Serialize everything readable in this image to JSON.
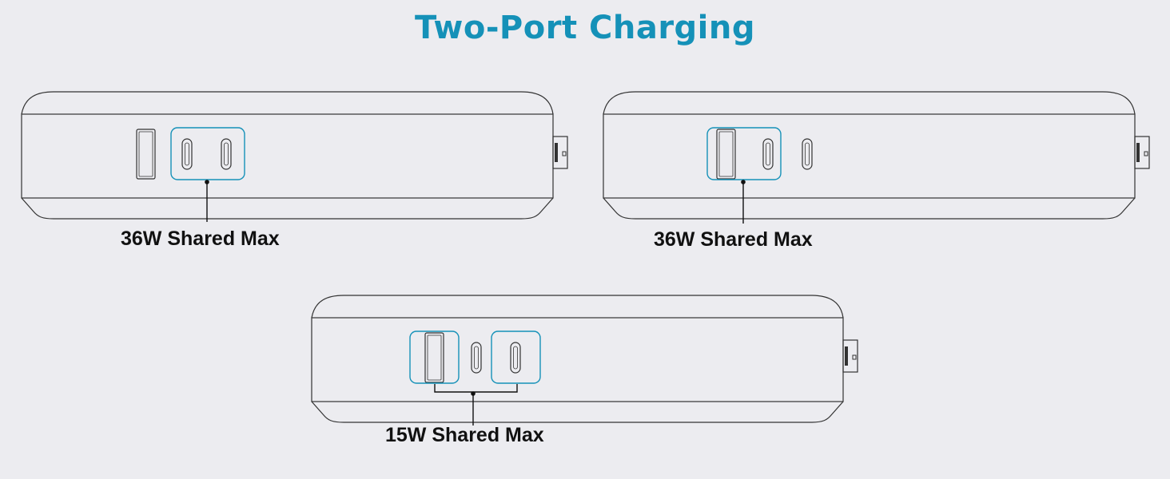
{
  "title": "Two-Port Charging",
  "accent_color": "#1591b8",
  "outline_color": "#333333",
  "devices": [
    {
      "label": "36W Shared Max",
      "highlighted_ports": [
        "usb-c-1",
        "usb-c-2"
      ]
    },
    {
      "label": "36W Shared Max",
      "highlighted_ports": [
        "usb-a",
        "usb-c-1"
      ]
    },
    {
      "label": "15W Shared Max",
      "highlighted_ports": [
        "usb-a",
        "usb-c-2"
      ]
    }
  ]
}
